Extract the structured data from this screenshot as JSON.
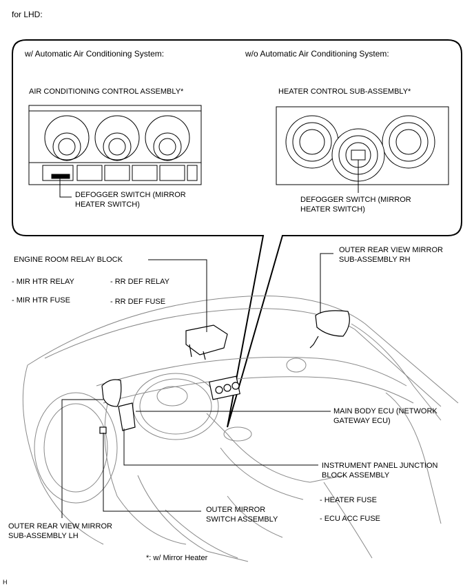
{
  "header": {
    "title": "for LHD:"
  },
  "callout": {
    "left_heading": "w/ Automatic Air Conditioning System:",
    "right_heading": "w/o Automatic Air Conditioning System:",
    "left_component": "AIR CONDITIONING CONTROL ASSEMBLY*",
    "right_component": "HEATER CONTROL SUB-ASSEMBLY*",
    "left_switch": [
      "DEFOGGER SWITCH (MIRROR",
      "HEATER SWITCH)"
    ],
    "right_switch": [
      "DEFOGGER SWITCH (MIRROR",
      "HEATER SWITCH)"
    ]
  },
  "relay_block": {
    "title": "ENGINE ROOM RELAY BLOCK",
    "items": [
      "- MIR HTR RELAY",
      "- RR DEF RELAY",
      "- MIR HTR FUSE",
      "- RR DEF FUSE"
    ]
  },
  "labels": {
    "mirror_rh": [
      "OUTER REAR VIEW MIRROR",
      "SUB-ASSEMBLY RH"
    ],
    "main_body_ecu": [
      "MAIN BODY ECU (NETWORK",
      "GATEWAY ECU)"
    ],
    "ip_junction": [
      "INSTRUMENT PANEL JUNCTION",
      "BLOCK ASSEMBLY"
    ],
    "ip_items": [
      "- HEATER FUSE",
      "- ECU ACC FUSE"
    ],
    "mirror_switch": [
      "OUTER MIRROR",
      "SWITCH ASSEMBLY"
    ],
    "mirror_lh": [
      "OUTER REAR VIEW MIRROR",
      "SUB-ASSEMBLY LH"
    ]
  },
  "footnote": "*: w/ Mirror Heater",
  "corner_mark": "H"
}
